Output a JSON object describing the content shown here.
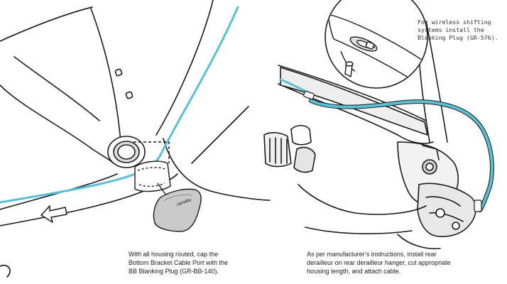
{
  "captions": {
    "left": "With all housing routed, cap the\nBottom Bracket Cable Port with the\nBB Blanking Plug (GR-BB-140).",
    "right": "As per manufacturer’s instructions, install rear\nderailleur on rear derailleur hanger, cut appropriate\nhousing length, and attach cable."
  },
  "callout": {
    "text": "For wireless shifting\nsystems install the\nBlanking Plug (GR-576)."
  },
  "logo_text": "cervélo",
  "colors": {
    "cable": "#5bbfd6",
    "cable_dark": "#2a7f95",
    "line": "#1a1a1a",
    "frame_shade": "#e6e6e6",
    "part_shade": "#bdbdbd"
  },
  "icons": {
    "direction_arrow": "left-arrow-icon"
  }
}
